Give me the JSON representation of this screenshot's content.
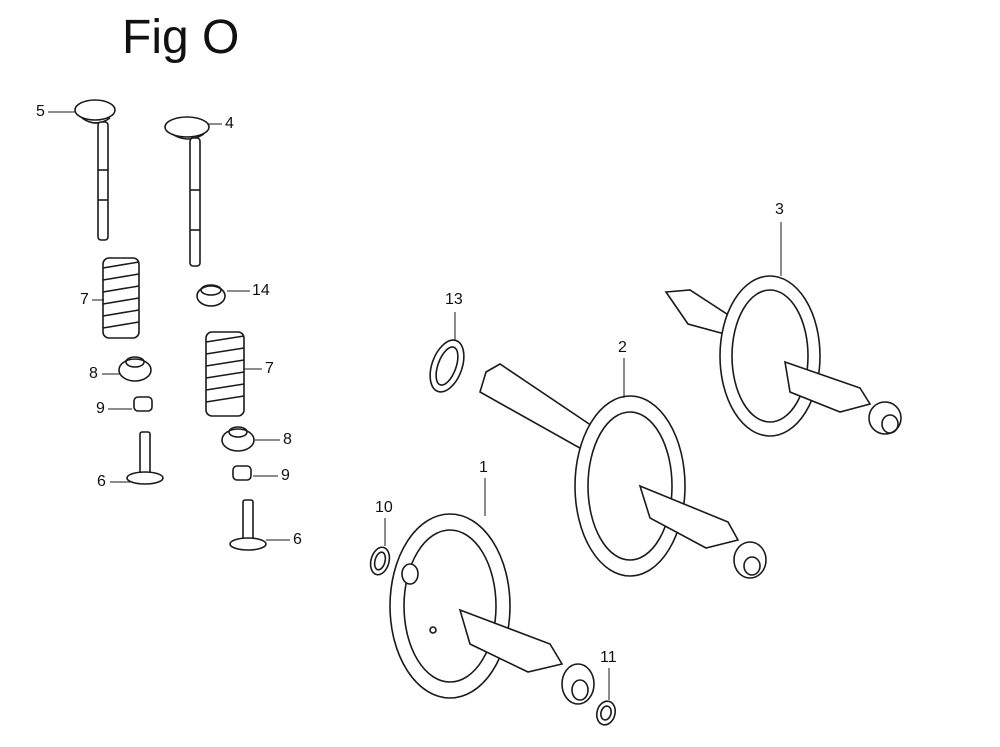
{
  "figure": {
    "title": "Fig O"
  },
  "callouts": [
    {
      "id": "c5",
      "label": "5"
    },
    {
      "id": "c4",
      "label": "4"
    },
    {
      "id": "c7a",
      "label": "7"
    },
    {
      "id": "c14",
      "label": "14"
    },
    {
      "id": "c8a",
      "label": "8"
    },
    {
      "id": "c7b",
      "label": "7"
    },
    {
      "id": "c9a",
      "label": "9"
    },
    {
      "id": "c6a",
      "label": "6"
    },
    {
      "id": "c8b",
      "label": "8"
    },
    {
      "id": "c9b",
      "label": "9"
    },
    {
      "id": "c6b",
      "label": "6"
    },
    {
      "id": "c13",
      "label": "13"
    },
    {
      "id": "c3",
      "label": "3"
    },
    {
      "id": "c2",
      "label": "2"
    },
    {
      "id": "c1",
      "label": "1"
    },
    {
      "id": "c10",
      "label": "10"
    },
    {
      "id": "c11",
      "label": "11"
    }
  ]
}
